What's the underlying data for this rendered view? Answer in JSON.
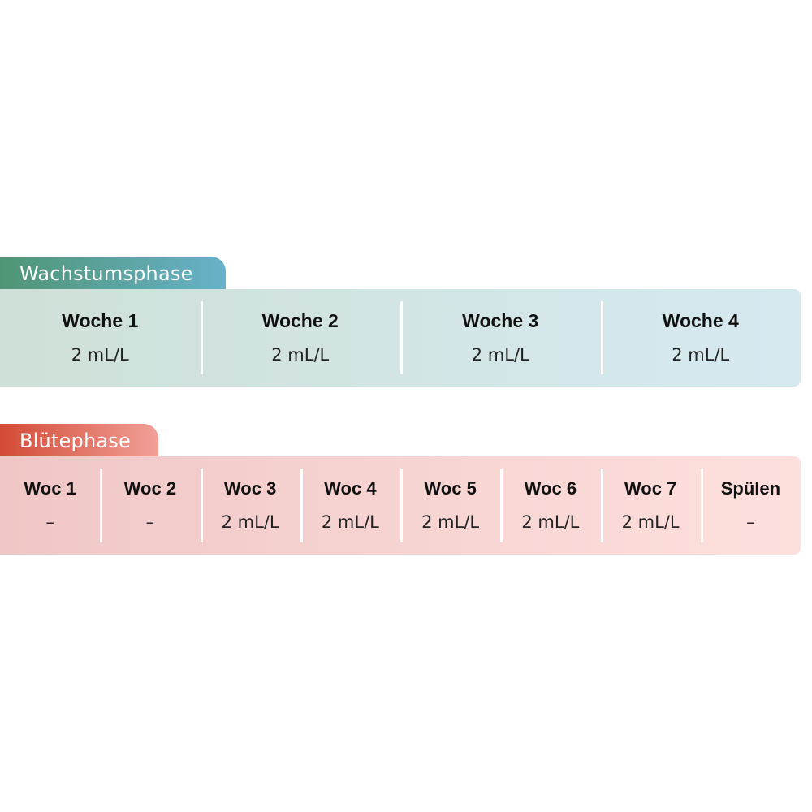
{
  "growth": {
    "title": "Wachstumsphase",
    "weeks": [
      {
        "label": "Woche 1",
        "value": "2 mL/L"
      },
      {
        "label": "Woche 2",
        "value": "2 mL/L"
      },
      {
        "label": "Woche 3",
        "value": "2 mL/L"
      },
      {
        "label": "Woche 4",
        "value": "2 mL/L"
      }
    ],
    "colors": {
      "tab_start": "#4f9575",
      "tab_end": "#68b1c9",
      "panel_start": "#cfe0d8",
      "panel_end": "#d6e9f0"
    }
  },
  "bloom": {
    "title": "Blütephase",
    "weeks": [
      {
        "label": "Woc 1",
        "value": "–"
      },
      {
        "label": "Woc 2",
        "value": "–"
      },
      {
        "label": "Woc 3",
        "value": "2 mL/L"
      },
      {
        "label": "Woc 4",
        "value": "2 mL/L"
      },
      {
        "label": "Woc 5",
        "value": "2 mL/L"
      },
      {
        "label": "Woc 6",
        "value": "2 mL/L"
      },
      {
        "label": "Woc 7",
        "value": "2 mL/L"
      },
      {
        "label": "Spülen",
        "value": "–"
      }
    ],
    "colors": {
      "tab_start": "#d24a35",
      "tab_end": "#f1a098",
      "panel_start": "#efc7c6",
      "panel_end": "#fde0dd"
    }
  }
}
